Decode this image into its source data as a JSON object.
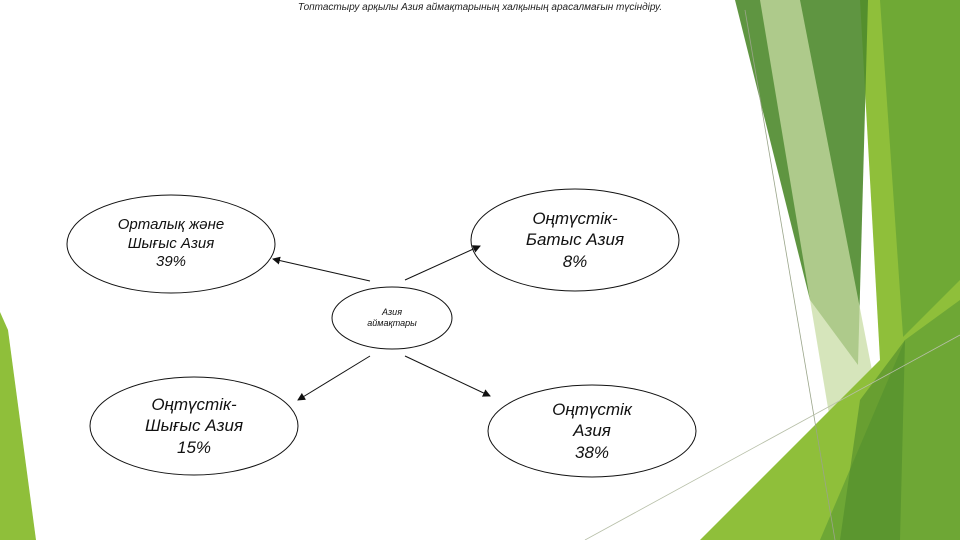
{
  "title": "Топтастыру арқылы Азия аймақтарының халқының арасалмағын түсіндіру.",
  "center": {
    "line1": "Азия",
    "line2": "аймақтары"
  },
  "regions": {
    "central_east": {
      "line1": "Орталық және",
      "line2": "Шығыс Азия",
      "value": "39%"
    },
    "southwest": {
      "line1": "Оңтүстік-",
      "line2": "Батыс Азия",
      "value": "8%"
    },
    "southeast": {
      "line1": "Оңтүстік-",
      "line2": "Шығыс Азия",
      "value": "15%"
    },
    "south": {
      "line1": "Оңтүстік",
      "line2": "Азия",
      "value": "38%"
    }
  },
  "colors": {
    "accent_dark": "#4e8a2c",
    "accent_mid": "#6aa435",
    "accent_light": "#8fbf3a",
    "accent_pale": "#c8dca4",
    "outline": "#111111"
  }
}
